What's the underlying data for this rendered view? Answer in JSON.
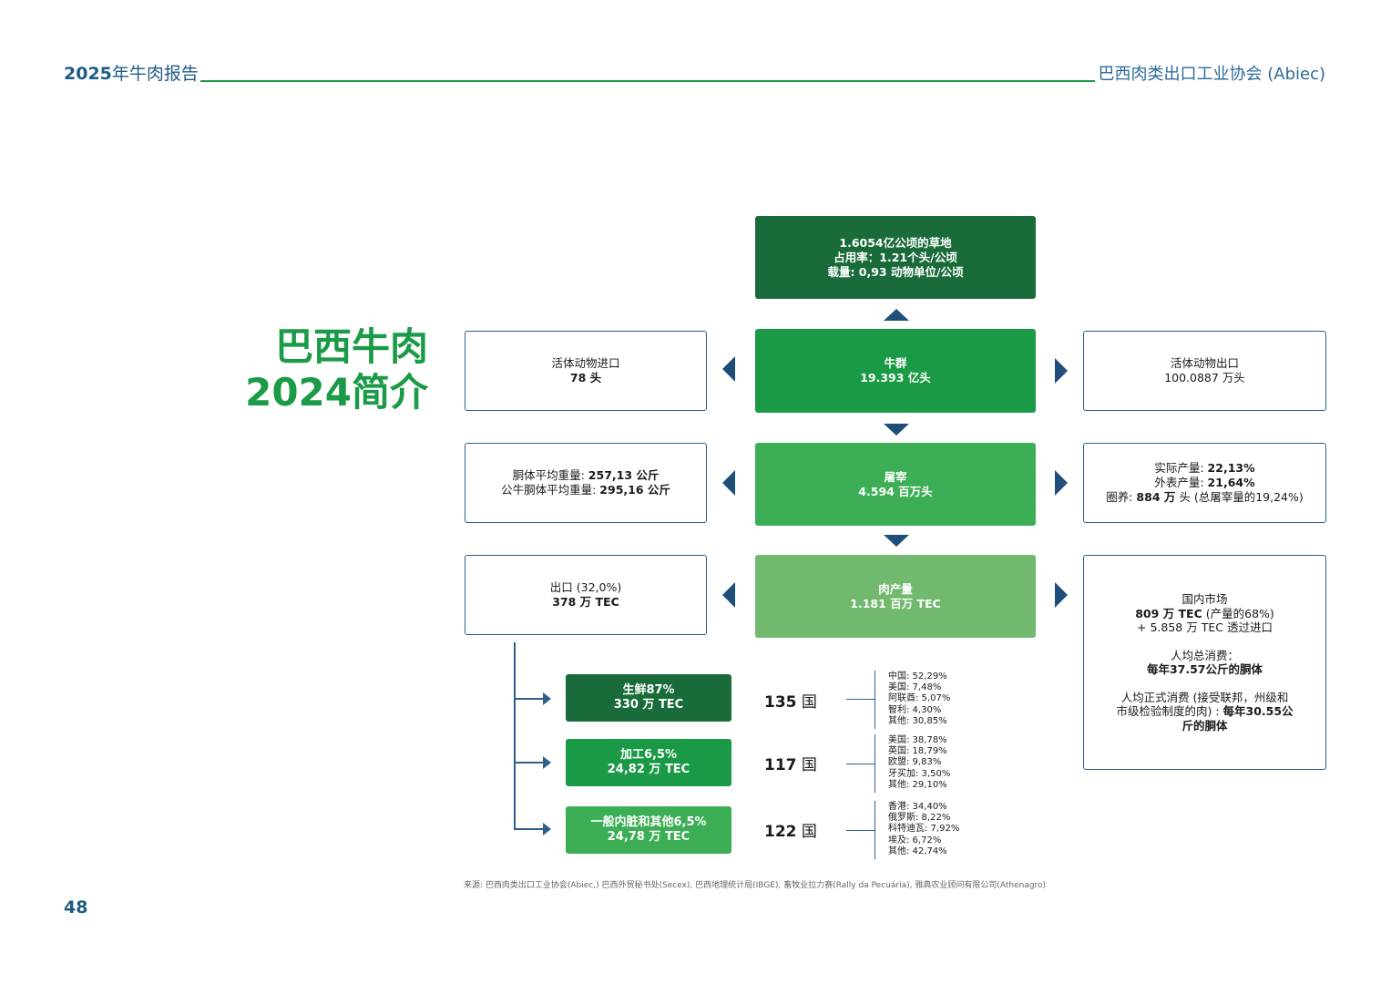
{
  "header": {
    "left_bold": "2025",
    "left_text": "年牛肉报告",
    "right": "巴西肉类出口工业协会 (Abiec)"
  },
  "page_number": "48",
  "title": {
    "line1": "巴西牛肉",
    "line2": "2024简介"
  },
  "colors": {
    "dark_green": "#1a6b3a",
    "green": "#1a9a47",
    "mid_green": "#3cae55",
    "light_green": "#70b96e",
    "navy": "#1f4e7a"
  },
  "pasture": {
    "line1": "1.6054亿公顷的草地",
    "line2": "占用率：1.21个头/公顷",
    "line3": "载量: 0,93 动物单位/公顷"
  },
  "herd": {
    "label": "牛群",
    "value": "19.393 亿头"
  },
  "slaughter": {
    "label": "屠宰",
    "value": "4.594 百万头"
  },
  "meat": {
    "label": "肉产量",
    "value": "1.181 百万 TEC"
  },
  "live_import": {
    "label": "活体动物进口",
    "value": "78 头"
  },
  "live_export": {
    "label": "活体动物出口",
    "value": "100.0887 万头"
  },
  "carcass": {
    "l1_label": "胴体平均重量: ",
    "l1_value": "257,13 公斤",
    "l2_label": "公牛胴体平均重量: ",
    "l2_value": "295,16 公斤"
  },
  "production": {
    "l1_label": "实际产量: ",
    "l1_value": "22,13%",
    "l2_label": "外表产量: ",
    "l2_value": "21,64%",
    "l3_label": "圈养: ",
    "l3_value": "884 万",
    "l3_tail": " 头 (总屠宰量的19,24%)"
  },
  "exports": {
    "label": "出口 (32,0%)",
    "value": "378 万 TEC"
  },
  "domestic": {
    "l1": "国内市场",
    "l2_bold": "809 万 TEC",
    "l2_tail": " (产量的68%)",
    "l3": "+ 5.858 万 TEC 透过进口",
    "l4": "人均总消费：",
    "l5": "每年37.57公斤的胴体",
    "l6": "人均正式消费 (接受联邦，州级和",
    "l7_text": "市级检验制度的肉) : ",
    "l7_bold": "每年30.55公",
    "l8": "斤的胴体"
  },
  "subcategories": [
    {
      "line1": "生鲜87%",
      "line2": "330 万 TEC",
      "count": "135",
      "count_unit": "国",
      "destinations": [
        "中国: 52,29%",
        "美国: 7,48%",
        "阿联酋: 5,07%",
        "智利: 4,30%",
        "其他: 30,85%"
      ]
    },
    {
      "line1": "加工6,5%",
      "line2": "24,82 万 TEC",
      "count": "117",
      "count_unit": "国",
      "destinations": [
        "美国: 38,78%",
        "英国: 18,79%",
        "欧盟: 9,83%",
        "牙买加: 3,50%",
        "其他: 29,10%"
      ]
    },
    {
      "line1": "一般内脏和其他6,5%",
      "line2": "24,78 万 TEC",
      "count": "122",
      "count_unit": "国",
      "destinations": [
        "香港: 34,40%",
        "俄罗斯: 8,22%",
        "科特迪瓦: 7,92%",
        "埃及: 6,72%",
        "其他: 42,74%"
      ]
    }
  ],
  "source": "来源: 巴西肉类出口工业协会(Abiec,) 巴西外贸秘书处(Secex), 巴西地理统计局(IBGE), 畜牧业拉力赛(Rally da Pecuária), 雅典农业顾问有限公司(Athenagro)"
}
